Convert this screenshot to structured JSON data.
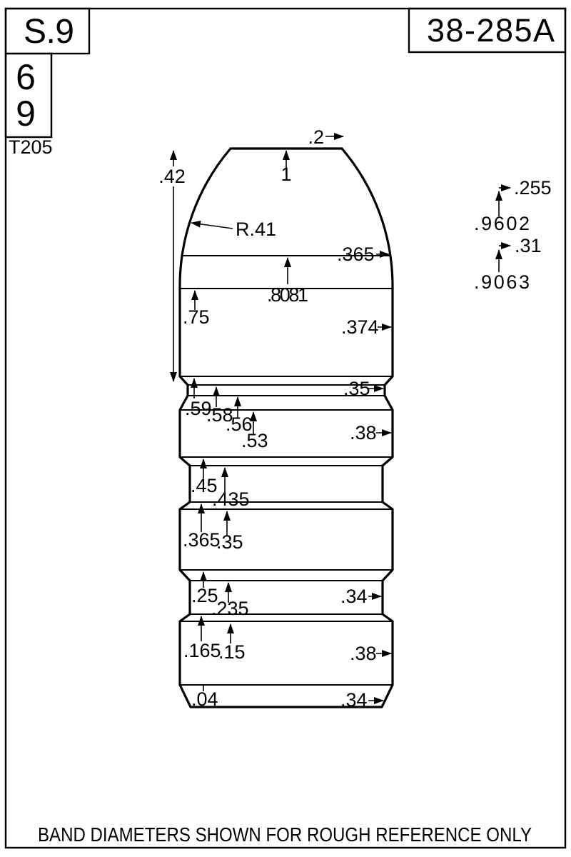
{
  "title_block": {
    "scale_label": "S.9",
    "cavity_top": "6",
    "cavity_bottom": "9",
    "template_code": "T205",
    "part_number": "38-285A"
  },
  "footer": {
    "note": "BAND DIAMETERS SHOWN FOR ROUGH REFERENCE ONLY"
  },
  "dims": {
    "meplat_dia": ".2",
    "nose_point_ref": "1",
    "nose_length": ".42",
    "ogive_radius": "R.41",
    "ogive_ref_dia": ".365",
    "len_8081": ".8081",
    "len_75": ".75",
    "body_dia": ".374",
    "crimp_groove_dia": ".35",
    "len_59": ".59",
    "len_58": ".58",
    "len_56": ".56",
    "len_53": ".53",
    "band1_dia": ".38",
    "len_45": ".45",
    "len_435": ".435",
    "len_365": ".365",
    "len_35": ".35",
    "len_25": ".25",
    "len_235": ".235",
    "groove_dia": ".34",
    "len_165": ".165",
    "len_15": ".15",
    "band3_dia": ".38",
    "base_bevel": ".04",
    "base_dia": ".34",
    "ref_255": ".255",
    "ref_9602": ".9602",
    "ref_31": ".31",
    "ref_9063": ".9063"
  },
  "colors": {
    "ink": "#000000",
    "paper": "#ffffff"
  }
}
